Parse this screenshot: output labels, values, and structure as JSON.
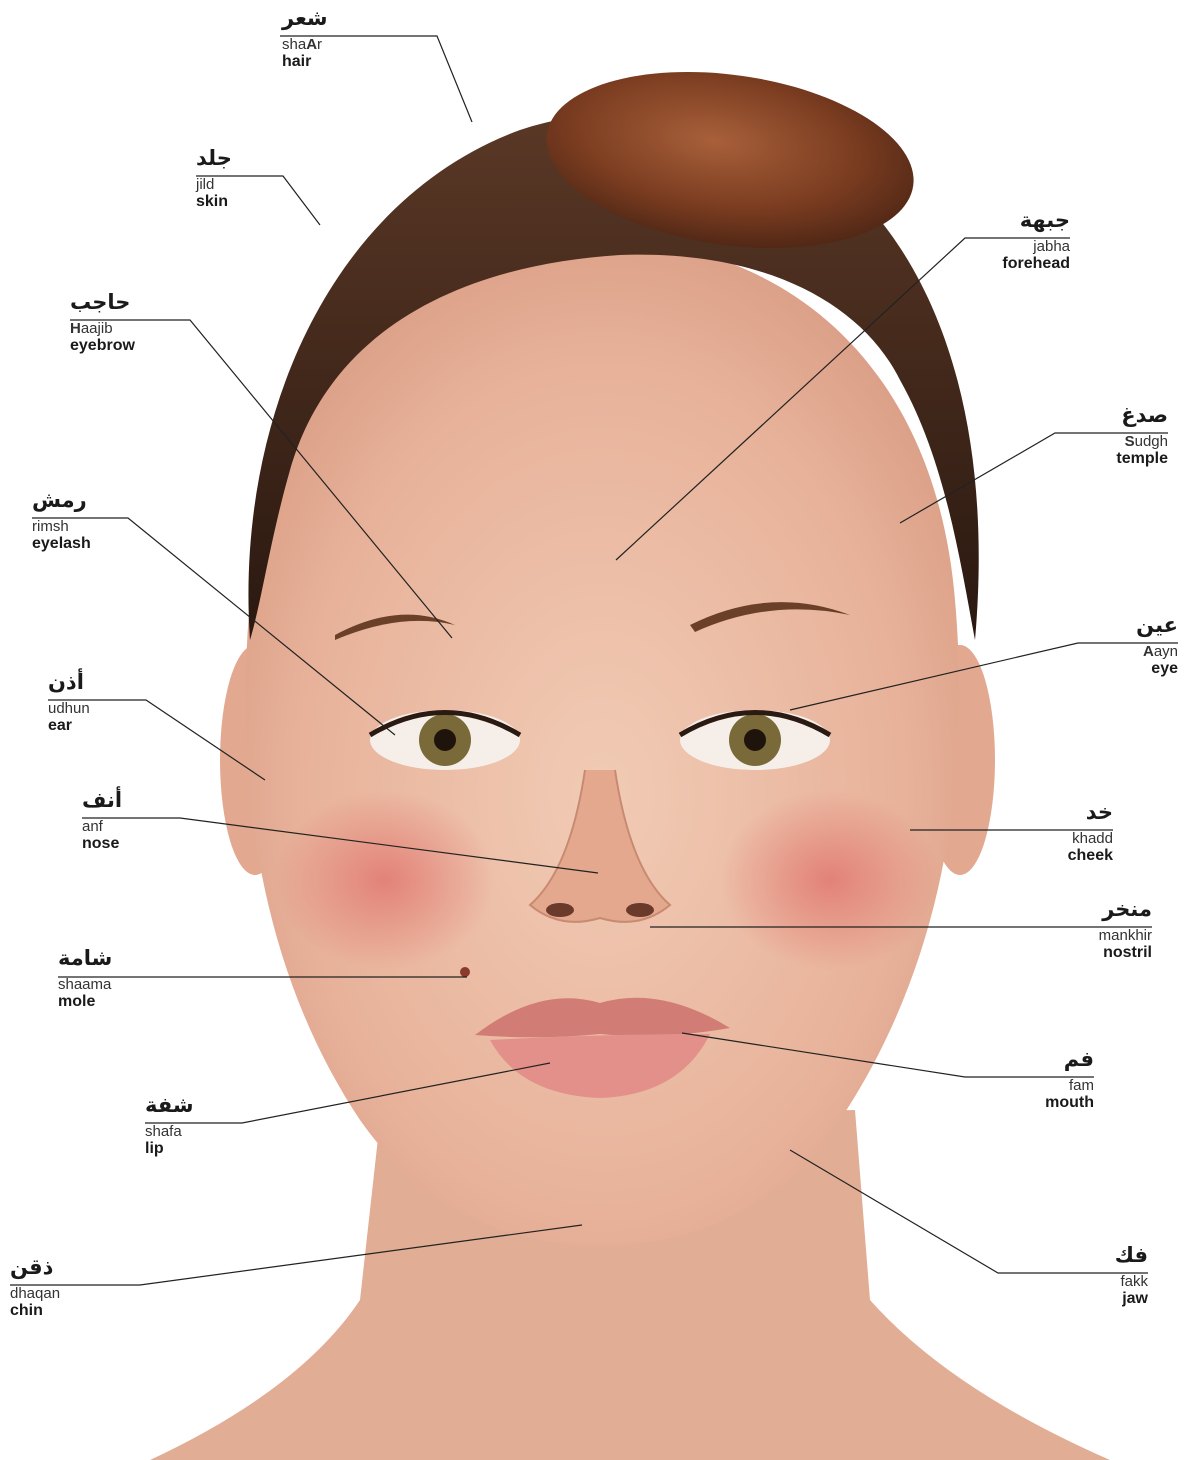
{
  "labels": [
    {
      "id": "hair",
      "arabic": "شعر",
      "translit_pre": "sha",
      "translit_bold": "A",
      "translit_post": "r",
      "english": "hair"
    },
    {
      "id": "skin",
      "arabic": "جلد",
      "translit_pre": "jild",
      "translit_bold": "",
      "translit_post": "",
      "english": "skin"
    },
    {
      "id": "eyebrow",
      "arabic": "حاجب",
      "translit_pre": "",
      "translit_bold": "H",
      "translit_post": "aajib",
      "english": "eyebrow"
    },
    {
      "id": "eyelash",
      "arabic": "رمش",
      "translit_pre": "rimsh",
      "translit_bold": "",
      "translit_post": "",
      "english": "eyelash"
    },
    {
      "id": "ear",
      "arabic": "أذن",
      "translit_pre": "udhun",
      "translit_bold": "",
      "translit_post": "",
      "english": "ear"
    },
    {
      "id": "nose",
      "arabic": "أنف",
      "translit_pre": "anf",
      "translit_bold": "",
      "translit_post": "",
      "english": "nose"
    },
    {
      "id": "mole",
      "arabic": "شامة",
      "translit_pre": "shaama",
      "translit_bold": "",
      "translit_post": "",
      "english": "mole"
    },
    {
      "id": "lip",
      "arabic": "شفة",
      "translit_pre": "shafa",
      "translit_bold": "",
      "translit_post": "",
      "english": "lip"
    },
    {
      "id": "chin",
      "arabic": "ذقن",
      "translit_pre": "dhaqan",
      "translit_bold": "",
      "translit_post": "",
      "english": "chin"
    },
    {
      "id": "forehead",
      "arabic": "جبهة",
      "translit_pre": "jabha",
      "translit_bold": "",
      "translit_post": "",
      "english": "forehead"
    },
    {
      "id": "temple",
      "arabic": "صدغ",
      "translit_pre": "",
      "translit_bold": "S",
      "translit_post": "udgh",
      "english": "temple"
    },
    {
      "id": "eye",
      "arabic": "عين",
      "translit_pre": "",
      "translit_bold": "A",
      "translit_post": "ayn",
      "english": "eye"
    },
    {
      "id": "cheek",
      "arabic": "خد",
      "translit_pre": "khadd",
      "translit_bold": "",
      "translit_post": "",
      "english": "cheek"
    },
    {
      "id": "nostril",
      "arabic": "منخر",
      "translit_pre": "mankhir",
      "translit_bold": "",
      "translit_post": "",
      "english": "nostril"
    },
    {
      "id": "mouth",
      "arabic": "فم",
      "translit_pre": "fam",
      "translit_bold": "",
      "translit_post": "",
      "english": "mouth"
    },
    {
      "id": "jaw",
      "arabic": "فك",
      "translit_pre": "fakk",
      "translit_bold": "",
      "translit_post": "",
      "english": "jaw"
    }
  ],
  "colors": {
    "skin": "#eab8a0",
    "hair": "#3a2418",
    "bun": "#8a4a2a",
    "line": "#222222",
    "cheek": "#e08078",
    "lips": "#d9867e",
    "iris": "#7a6a3a"
  }
}
